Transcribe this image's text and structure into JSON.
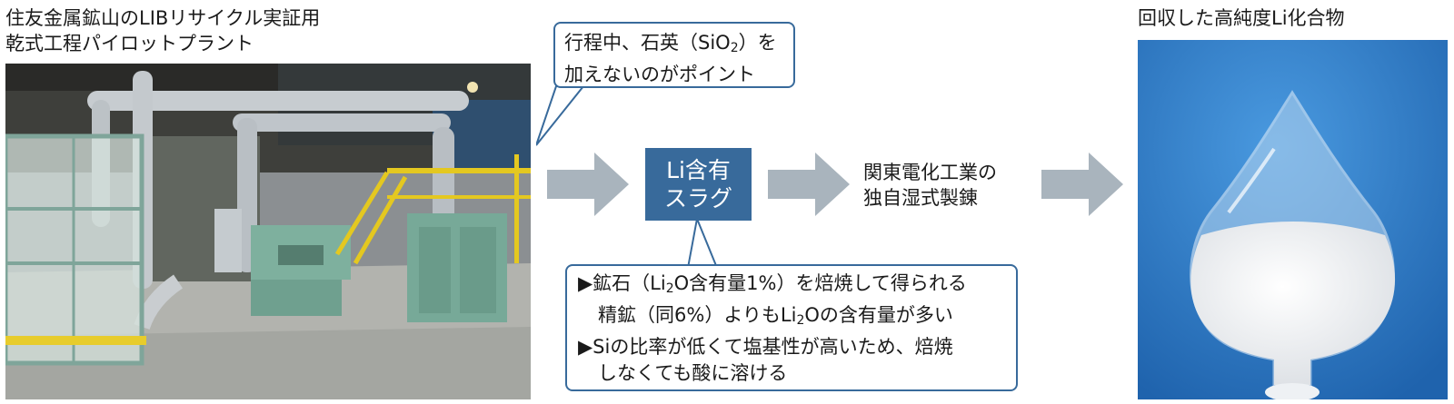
{
  "captions": {
    "plant_line1": "住友金属鉱山のLIBリサイクル実証用",
    "plant_line2": "乾式工程パイロットプラント",
    "compound": "回収した高純度Li化合物"
  },
  "callout_top": {
    "line1_before": "行程中、石英（SiO",
    "line1_sub": "2",
    "line1_after": "）を",
    "line2": "加えないのがポイント"
  },
  "slag_box": {
    "line1": "Li含有",
    "line2": "スラグ"
  },
  "process_text": {
    "line1": "関東電化工業の",
    "line2": "独自湿式製錬"
  },
  "callout_bottom": {
    "bullet1": {
      "line1_before": "▶鉱石（Li",
      "line1_sub": "2",
      "line1_after": "O含有量1%）を焙焼して得られる",
      "line2_before": "精鉱（同6%）よりもLi",
      "line2_sub": "2",
      "line2_after": "Oの含有量が多い"
    },
    "bullet2": {
      "line1": "▶Siの比率が低くて塩基性が高いため、焙焼",
      "line2": "しなくても酸に溶ける"
    }
  },
  "colors": {
    "box_blue": "#386a9b",
    "arrow_gray": "#a9b4bd",
    "photo_background_blue": "#2f7fc6"
  },
  "icons": {
    "flow_arrow": "right-arrow-icon"
  }
}
